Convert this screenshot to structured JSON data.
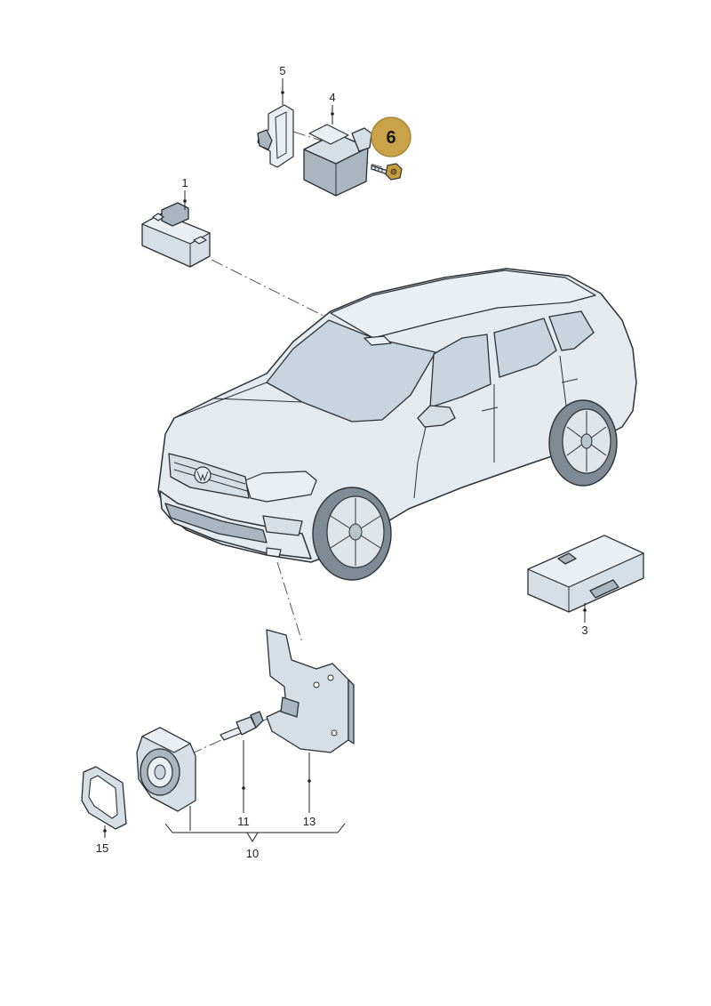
{
  "callouts": {
    "c1": "1",
    "c3": "3",
    "c4": "4",
    "c5": "5",
    "c6": "6",
    "c10": "10",
    "c11": "11",
    "c13": "13",
    "c15": "15"
  },
  "highlight": {
    "part_number": "6",
    "color": "#c9a24a",
    "border_color": "#a98a3a"
  },
  "colors": {
    "part_fill": "#d6dfe6",
    "car_fill": "#e4ebf0",
    "line": "#2c3136"
  }
}
